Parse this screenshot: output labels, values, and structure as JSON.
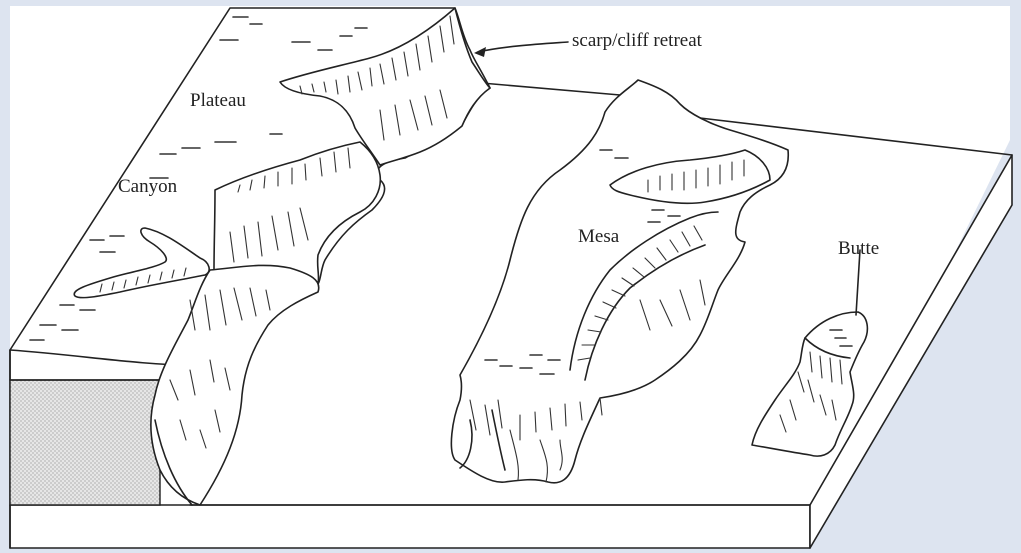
{
  "diagram": {
    "labels": {
      "scarp": "scarp/cliff retreat",
      "plateau": "Plateau",
      "canyon": "Canyon",
      "mesa": "Mesa",
      "butte": "Butte"
    },
    "colors": {
      "background": "#dde4f0",
      "ink": "#222222",
      "stratum_fill": "#d9d9d9"
    }
  }
}
